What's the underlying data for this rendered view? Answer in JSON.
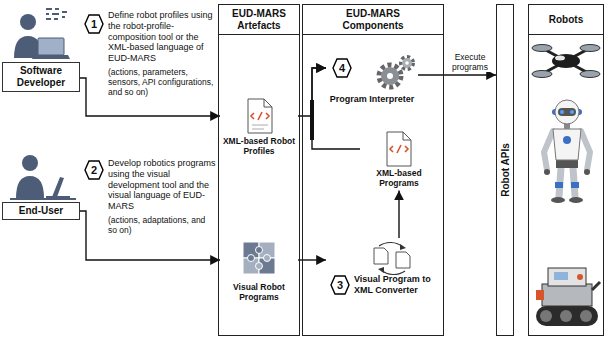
{
  "diagram": {
    "nodes": [
      {
        "text": [
          "Software Developer"
        ]
      },
      {
        "text": [
          "End-User"
        ]
      },
      {
        "text": [
          "EUD-MARS Artefacts"
        ]
      },
      {
        "text": [
          "XML-based Robot Profiles"
        ],
        "in": 2
      },
      {
        "text": [
          "Visual Robot Programs"
        ],
        "in": 2
      },
      {
        "text": [
          "EUD-MARS Components"
        ]
      },
      {
        "text": [
          "4",
          "Program Interpreter"
        ],
        "in": 5
      },
      {
        "text": [
          "XML-based Programs"
        ],
        "in": 5
      },
      {
        "text": [
          "3",
          "Visual Program to XML Converter"
        ],
        "in": 5
      },
      {
        "text": [
          "Robot APIs"
        ]
      },
      {
        "text": [
          "Robots"
        ]
      }
    ],
    "edges": [
      {
        "from": 0,
        "to": 3,
        "arrow": "to"
      },
      {
        "from": 1,
        "to": 4,
        "arrow": "to"
      },
      {
        "from": 4,
        "to": 8,
        "arrow": "to"
      },
      {
        "from": 8,
        "to": 7,
        "arrow": "to"
      },
      {
        "from": 3,
        "to": 6,
        "arrow": "to"
      },
      {
        "from": 7,
        "to": 6,
        "arrow": "to"
      },
      {
        "from": 6,
        "to": 9,
        "label": "Execute programs",
        "arrow": "to"
      }
    ],
    "labels": [
      "1",
      "Define robot profiles using the robot-profile-composition tool or the XML-based language of EUD-MARS",
      "(actions, parameters, sensors, API configurations, and so on)",
      "2",
      "Develop robotics programs using the visual development tool and the visual language of EUD-MARS",
      "(actions, adaptations, and so on)"
    ]
  }
}
